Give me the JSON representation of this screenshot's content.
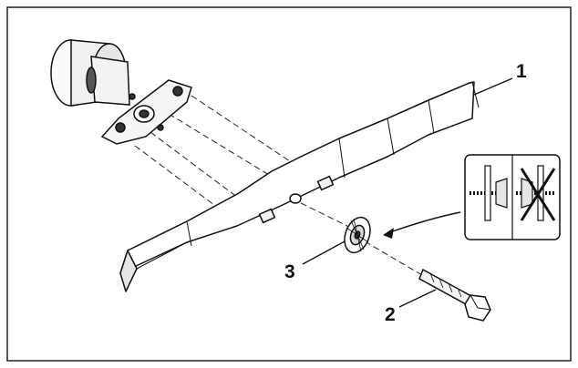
{
  "diagram": {
    "callouts": [
      {
        "id": "blade",
        "label": "1"
      },
      {
        "id": "bolt",
        "label": "2"
      },
      {
        "id": "washer",
        "label": "3"
      }
    ]
  },
  "colors": {
    "line": "#111111",
    "panel_fill": "#ffffff",
    "shade": "#e6e6e6",
    "dark": "#555555"
  }
}
